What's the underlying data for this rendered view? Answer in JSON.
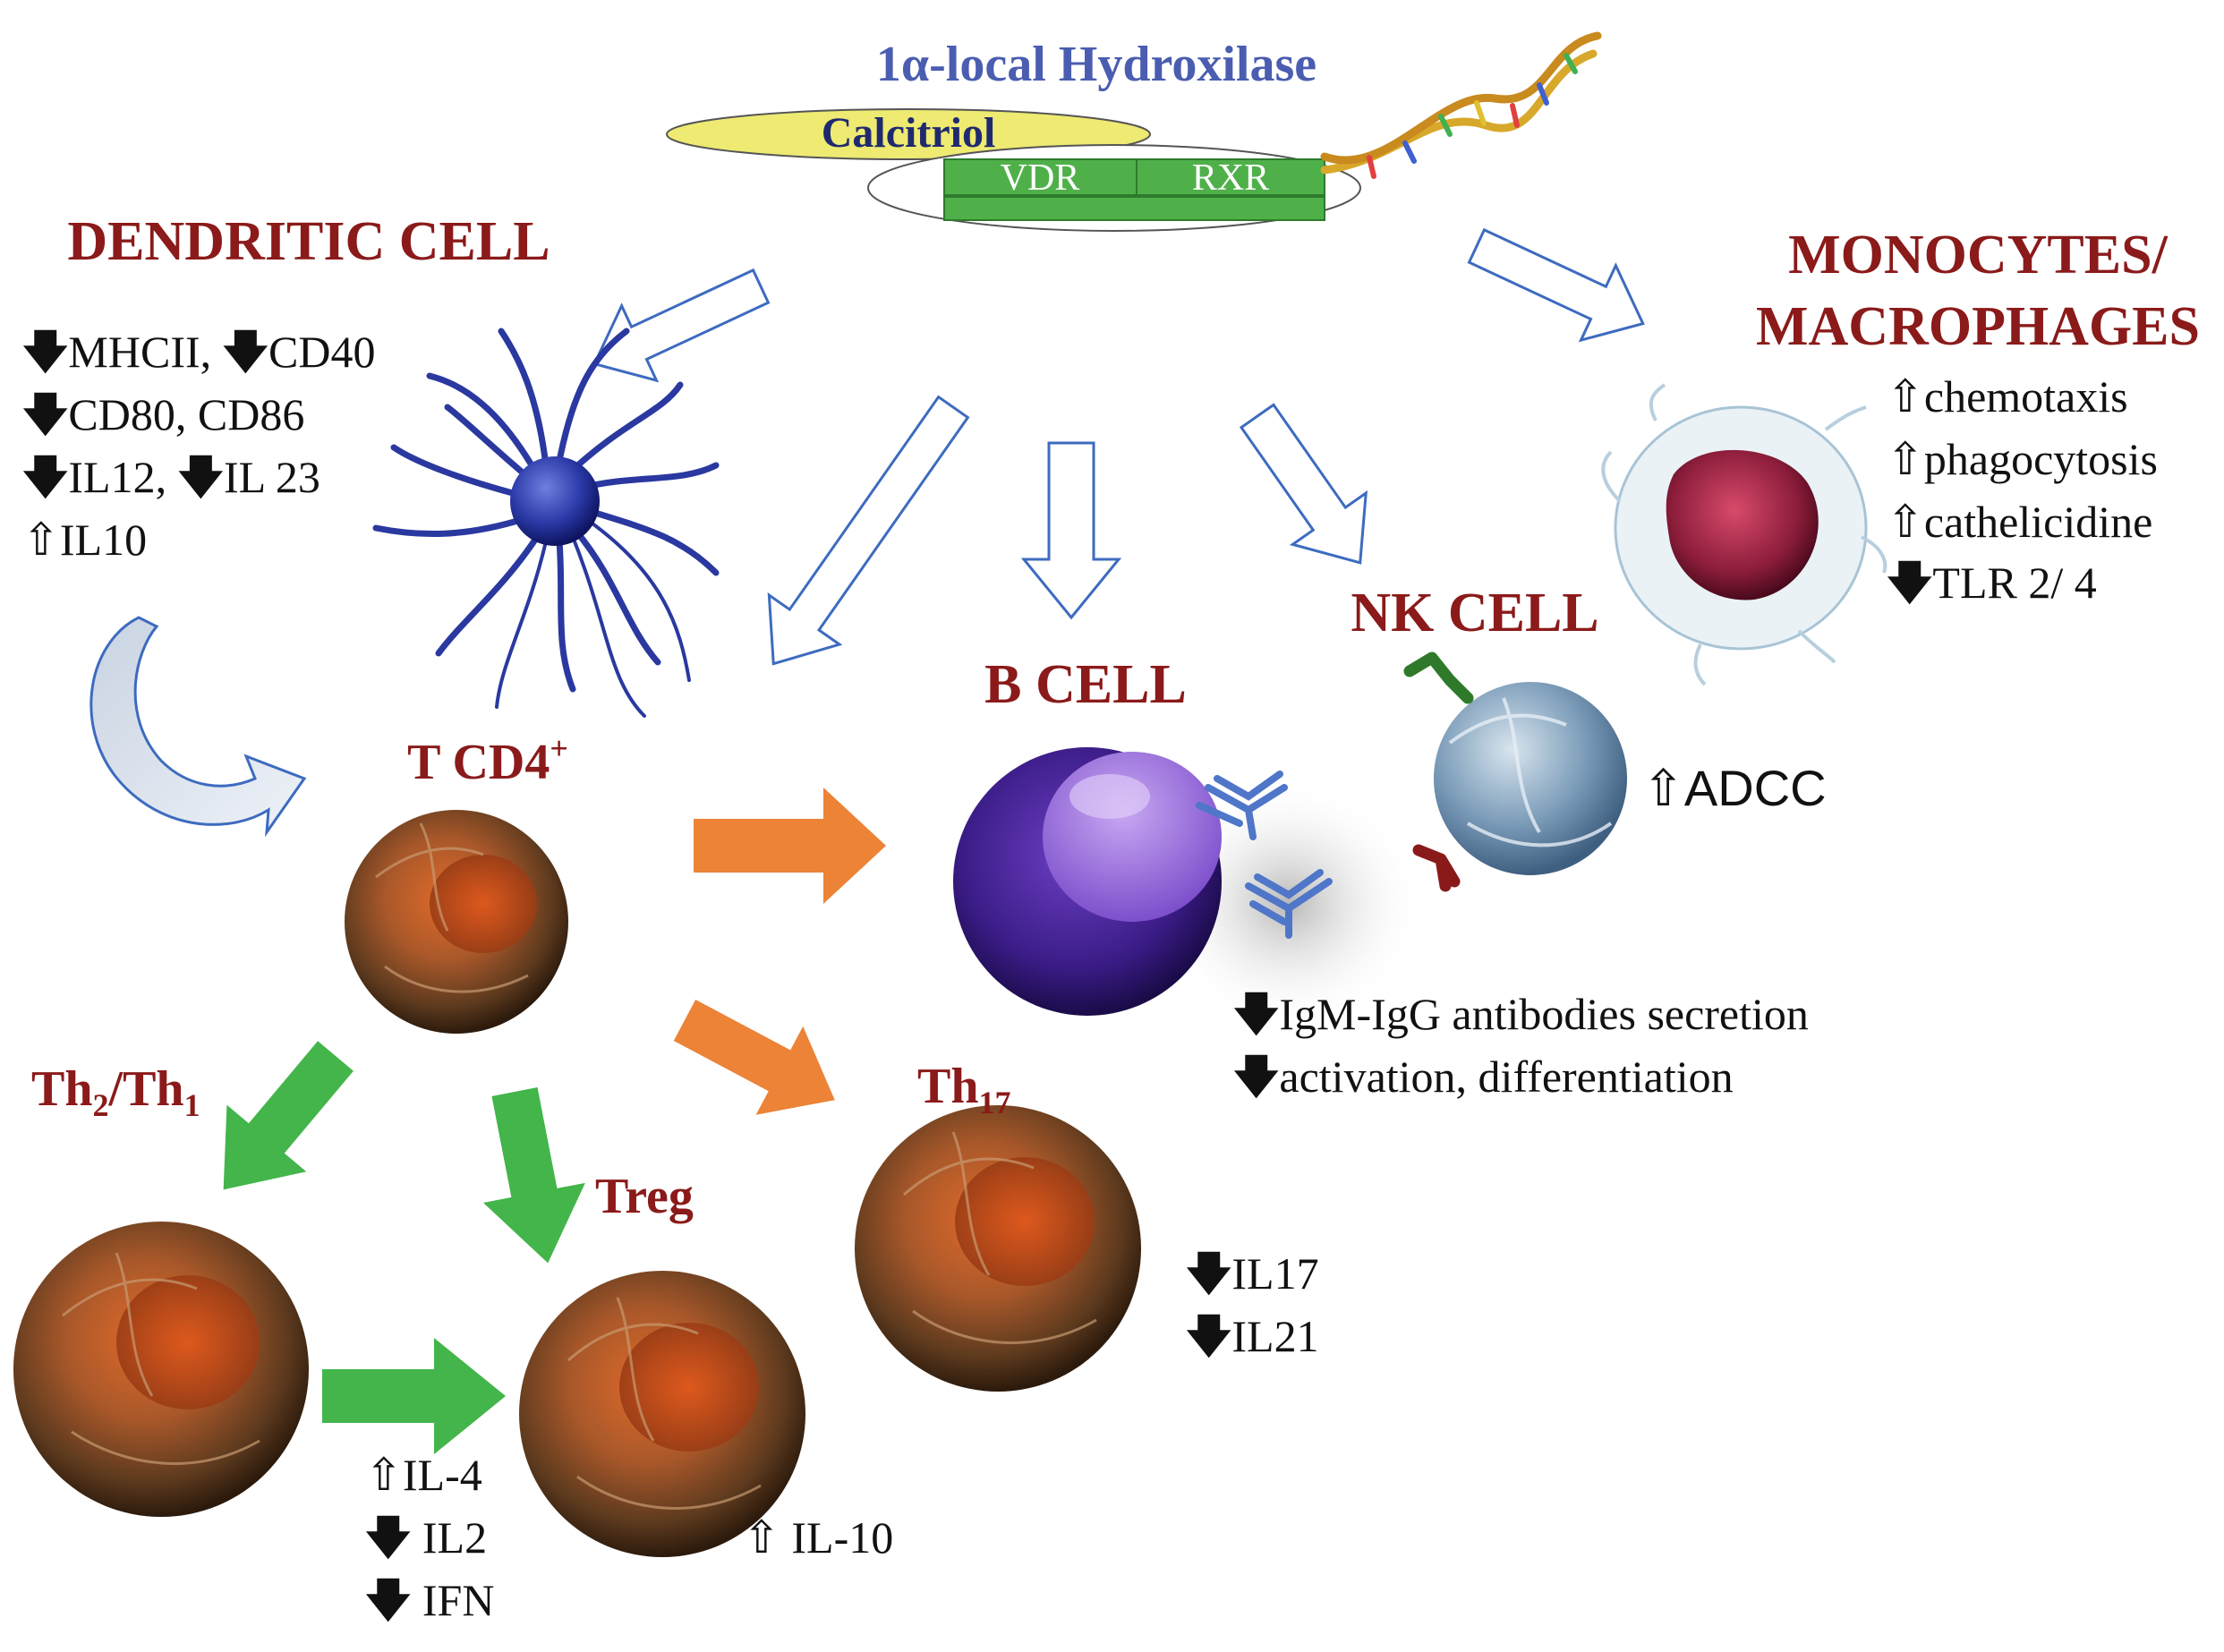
{
  "header": {
    "enzyme": "1α-local Hydroxilase",
    "hormone": "Calcitriol",
    "receptor_left": "VDR",
    "receptor_right": "RXR"
  },
  "dendritic": {
    "title": "DENDRITIC CELL",
    "effects": [
      {
        "dir": "down",
        "text": "MHCII, "
      },
      {
        "dir": "down",
        "text": "CD40"
      },
      {
        "dir": "down",
        "text": "CD80, CD86"
      },
      {
        "dir": "down",
        "text": "IL12, "
      },
      {
        "dir": "down",
        "text": "IL 23"
      },
      {
        "dir": "up",
        "text": "IL10"
      }
    ]
  },
  "monocytes": {
    "title_line1": "MONOCYTES/",
    "title_line2": "MACROPHAGES",
    "effects": [
      {
        "dir": "up",
        "text": "chemotaxis"
      },
      {
        "dir": "up",
        "text": "phagocytosis"
      },
      {
        "dir": "up",
        "text": "cathelicidine"
      },
      {
        "dir": "down",
        "text": "TLR 2/ 4"
      }
    ]
  },
  "nk": {
    "title": "NK CELL",
    "effects": [
      {
        "dir": "up",
        "text": "ADCC"
      }
    ]
  },
  "bcell": {
    "title": "B CELL",
    "effects": [
      {
        "dir": "down",
        "text": "IgM-IgG antibodies secretion"
      },
      {
        "dir": "down",
        "text": "activation, differentiation"
      }
    ]
  },
  "tcd4": {
    "title": "T CD4",
    "sup": "+"
  },
  "th2th1": {
    "title_a": "Th",
    "sub_a": "2",
    "slash": "/",
    "title_b": "Th",
    "sub_b": "1",
    "effects": [
      {
        "dir": "up",
        "text": "IL-4"
      },
      {
        "dir": "down",
        "text": " IL2"
      },
      {
        "dir": "down",
        "text": " IFN"
      }
    ]
  },
  "treg": {
    "title": "Treg",
    "effects": [
      {
        "dir": "up",
        "text": " IL-10"
      }
    ]
  },
  "th17": {
    "title": "Th",
    "sub": "17",
    "effects": [
      {
        "dir": "down",
        "text": "IL17"
      },
      {
        "dir": "down",
        "text": "IL21"
      }
    ]
  },
  "colors": {
    "title_red": "#8b1a1a",
    "enzyme_blue": "#4a5db0",
    "hormone_navy": "#1f2a6e",
    "outline_arrow": "#3d6bbf",
    "green_arrow": "#43b54a",
    "orange_arrow": "#ec8337"
  }
}
